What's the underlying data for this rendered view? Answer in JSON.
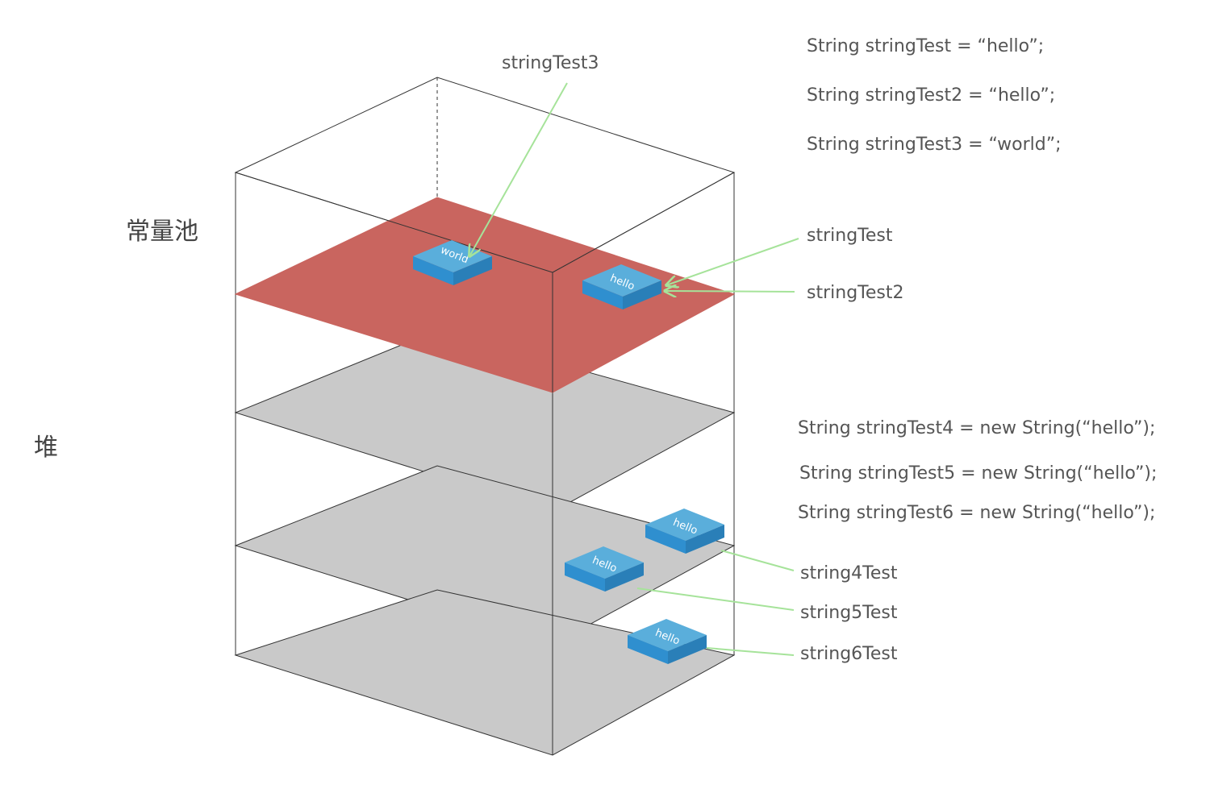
{
  "regions": {
    "constant_pool": "常量池",
    "heap": "堆"
  },
  "code": {
    "pool_lines": [
      "String stringTest = “hello”;",
      "String stringTest2 = “hello”;",
      "String stringTest3 = “world”;"
    ],
    "heap_lines": [
      "String stringTest4 = new String(“hello”);",
      "String stringTest5 = new String(“hello”);",
      "String stringTest6 = new String(“hello”);"
    ]
  },
  "refs": {
    "stringTest3": "stringTest3",
    "stringTest": "stringTest",
    "stringTest2": "stringTest2",
    "string4Test": "string4Test",
    "string5Test": "string5Test",
    "string6Test": "string6Test"
  },
  "objects": {
    "pool_world": "world",
    "pool_hello": "hello",
    "heap_hello_1": "hello",
    "heap_hello_2": "hello",
    "heap_hello_3": "hello"
  },
  "colors": {
    "pool_plane": "#c9655f",
    "heap_plane": "#c9c9c9",
    "object_top": "#5aaedb",
    "object_side": "#2f8fcf",
    "arrow": "#a6e39a"
  }
}
